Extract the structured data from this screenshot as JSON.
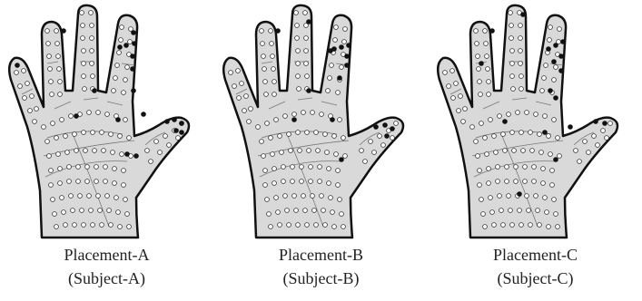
{
  "palette": {
    "skin": "#d9d9d9",
    "outline": "#111111",
    "crease": "#777777",
    "open_dot": "#ffffff",
    "filled_dot": "#111111"
  },
  "panels": [
    {
      "placement": "Placement-A",
      "subject": "(Subject-A)"
    },
    {
      "placement": "Placement-B",
      "subject": "(Subject-B)"
    },
    {
      "placement": "Placement-C",
      "subject": "(Subject-C)"
    }
  ]
}
